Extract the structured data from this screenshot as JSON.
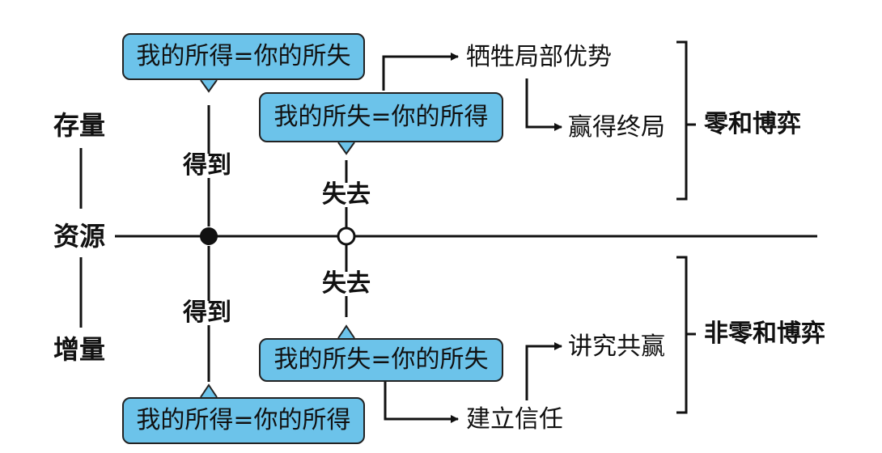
{
  "axis": {
    "stock_label": "存量",
    "resource_label": "资源",
    "increment_label": "增量"
  },
  "ops": {
    "gain_top": "得到",
    "lose_top": "失去",
    "lose_bottom": "失去",
    "gain_bottom": "得到"
  },
  "bubbles": {
    "top_gain": "我的所得=你的所失",
    "top_lose": "我的所失=你的所得",
    "bottom_lose": "我的所失=你的所失",
    "bottom_gain": "我的所得=你的所得"
  },
  "outcomes": {
    "sacrifice": "牺牲局部优势",
    "win_endgame": "赢得终局",
    "win_win": "讲究共赢",
    "build_trust": "建立信任"
  },
  "games": {
    "zero_sum": "零和博弈",
    "non_zero_sum": "非零和博弈"
  },
  "colors": {
    "bubble_fill": "#6cc3ea",
    "line": "#111111"
  }
}
